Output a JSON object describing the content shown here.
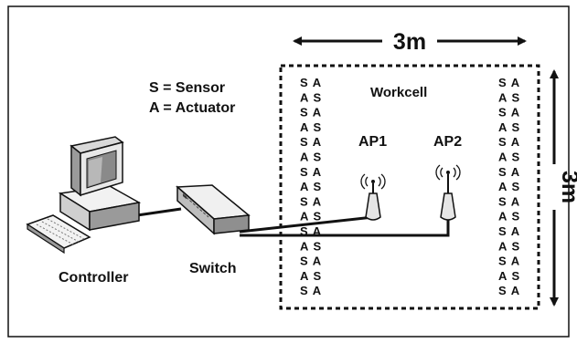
{
  "legend": {
    "sensor": "S = Sensor",
    "actuator": "A = Actuator"
  },
  "workcell": {
    "label": "Workcell",
    "width_label": "3m",
    "height_label": "3m"
  },
  "access_points": {
    "ap1": "AP1",
    "ap2": "AP2"
  },
  "devices": {
    "controller": "Controller",
    "switch": "Switch"
  },
  "sa_columns": {
    "left": [
      "S A",
      "A S",
      "S A",
      "A S",
      "S A",
      "A S",
      "S A",
      "A S",
      "S A",
      "A S",
      "S A",
      "A S",
      "S A",
      "A S",
      "S A"
    ],
    "right": [
      "S A",
      "A S",
      "S A",
      "A S",
      "S A",
      "A S",
      "S A",
      "A S",
      "S A",
      "A S",
      "S A",
      "A S",
      "S A",
      "A S",
      "S A"
    ]
  },
  "icons": {
    "controller": "desktop-computer-icon",
    "switch": "network-switch-icon",
    "ap": "wireless-access-point-icon"
  }
}
